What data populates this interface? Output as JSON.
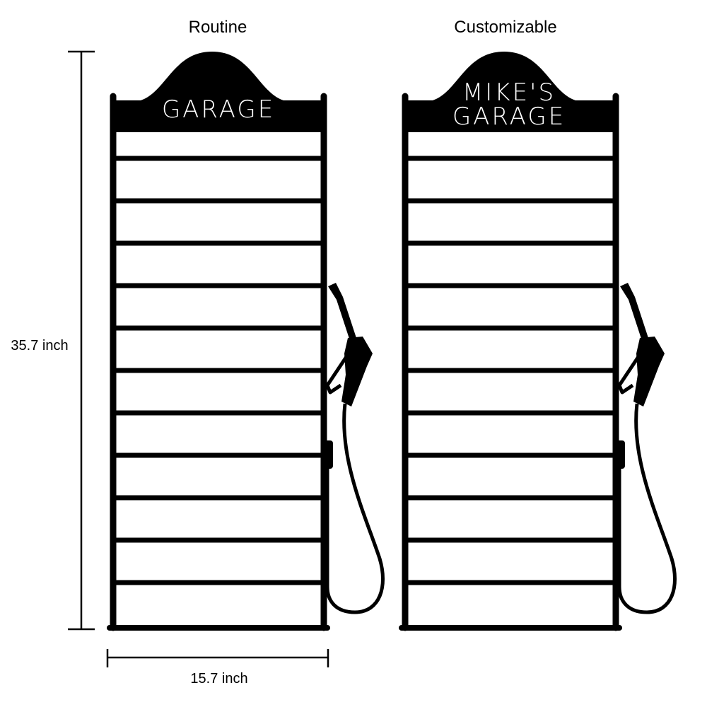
{
  "left_caption": "Routine",
  "right_caption": "Customizable",
  "height_label": "35.7 inch",
  "width_label": "15.7 inch",
  "left_sign": {
    "line1": "GARAGE"
  },
  "right_sign": {
    "line1": "MIKE'S",
    "line2": "GARAGE"
  },
  "colors": {
    "ink": "#000000",
    "background": "#ffffff",
    "sign_text": "#ffffff"
  },
  "icons": {
    "nozzle": "fuel-nozzle-icon"
  }
}
